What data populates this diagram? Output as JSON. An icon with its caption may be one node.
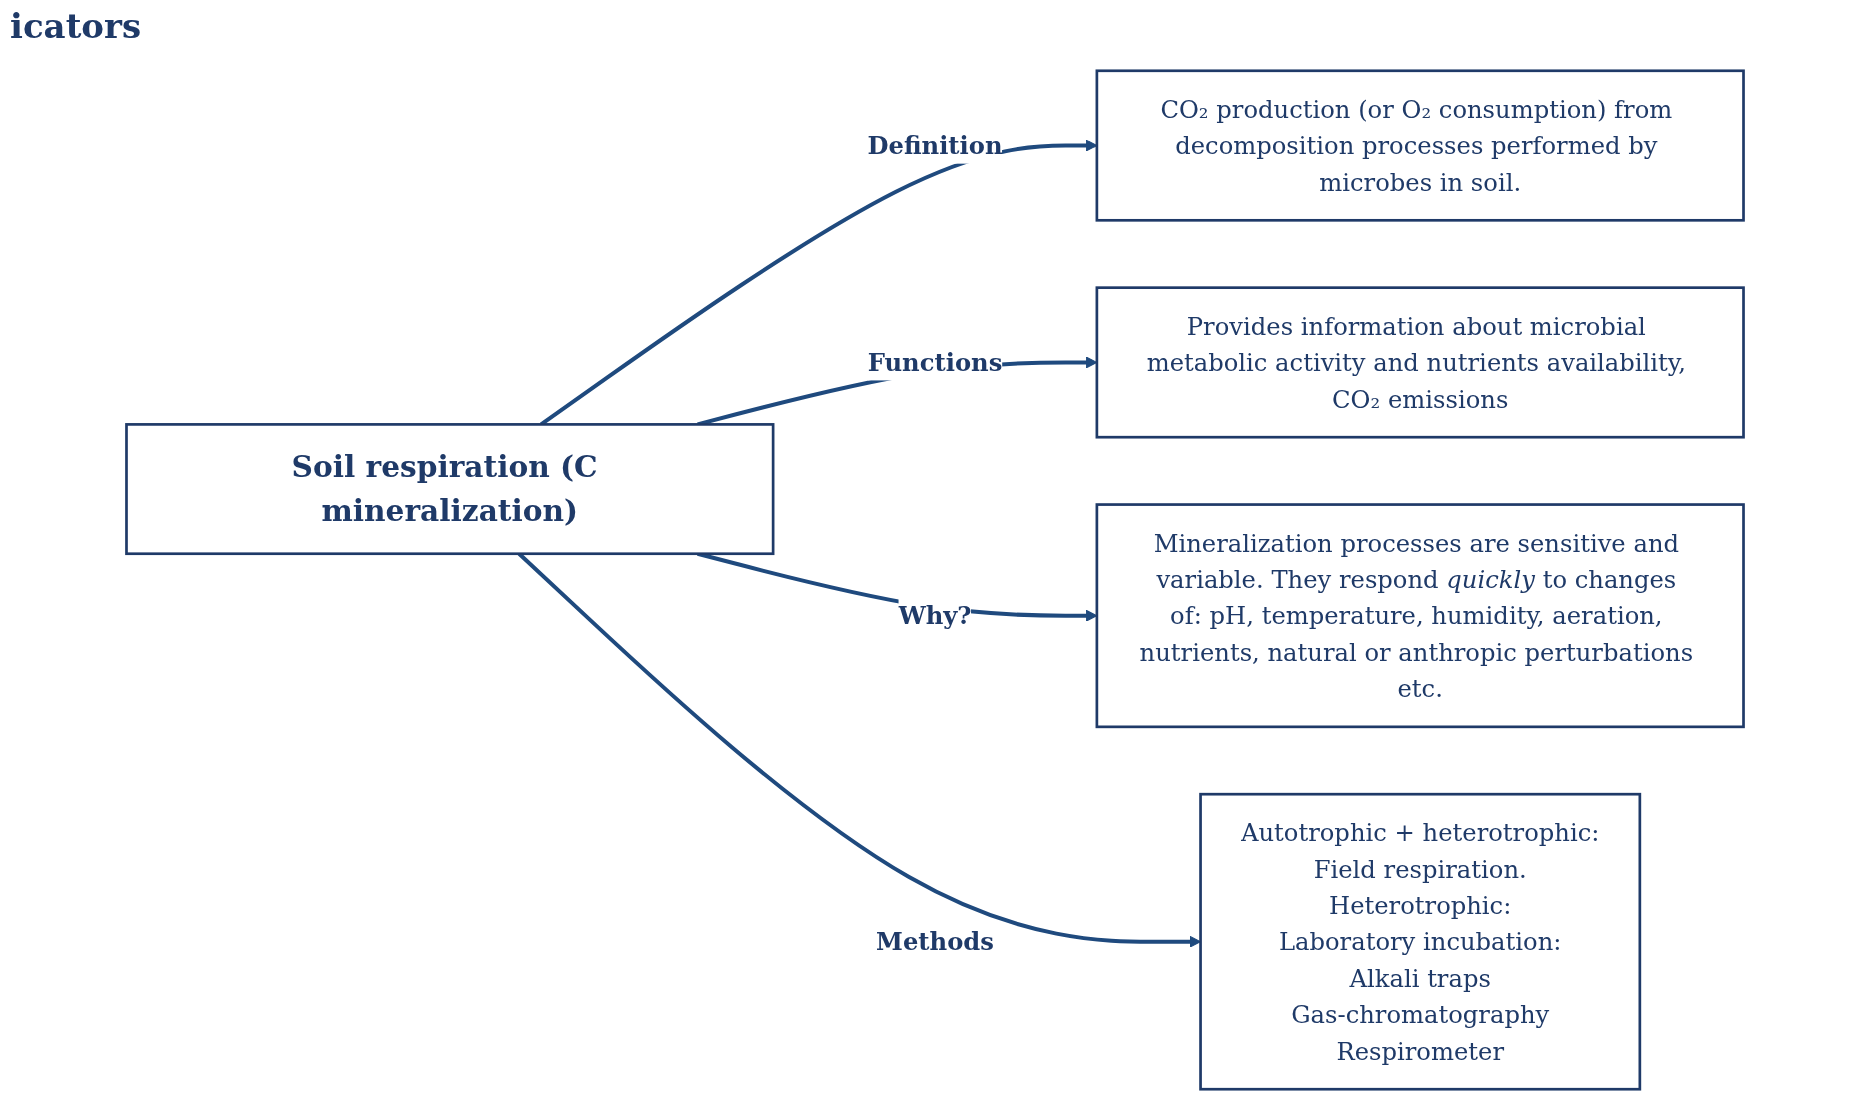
{
  "diagram": {
    "nodes": [
      {
        "text": [
          "Soil respiration (C mineralization)"
        ]
      },
      {
        "text": [
          "CO₂ production (or O₂ consumption) from decomposition processes performed by microbes in soil."
        ]
      },
      {
        "text": [
          "Provides information about microbial metabolic activity and nutrients availability, CO₂ emissions"
        ]
      },
      {
        "text": [
          "Mineralization processes are sensitive and variable. They respond *quickly* to changes of: pH, temperature, humidity, aeration, nutrients, natural or anthropic perturbations etc."
        ]
      },
      {
        "text": [
          "Autotrophic + heterotrophic:",
          "Field respiration.",
          "Heterotrophic:",
          "Laboratory incubation:",
          "Alkali traps",
          "Gas-chromatography",
          "Respirometer"
        ]
      }
    ],
    "edges": [
      {
        "from": 0,
        "to": 1,
        "arrow": "to",
        "label": "Definition"
      },
      {
        "from": 0,
        "to": 2,
        "arrow": "to",
        "label": "Functions"
      },
      {
        "from": 0,
        "to": 3,
        "arrow": "to",
        "label": "Why?"
      },
      {
        "from": 0,
        "to": 4,
        "arrow": "to",
        "label": "Methods"
      }
    ],
    "labels": [
      "icators"
    ]
  }
}
